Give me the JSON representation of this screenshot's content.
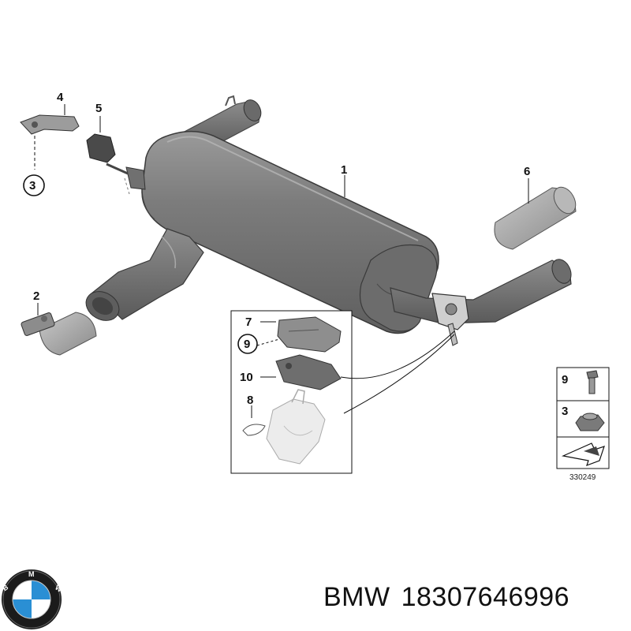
{
  "diagram": {
    "callouts": [
      {
        "id": "1",
        "label": "1"
      },
      {
        "id": "2",
        "label": "2"
      },
      {
        "id": "3",
        "label": "3"
      },
      {
        "id": "4",
        "label": "4"
      },
      {
        "id": "5",
        "label": "5"
      },
      {
        "id": "6",
        "label": "6"
      },
      {
        "id": "7",
        "label": "7"
      },
      {
        "id": "8",
        "label": "8"
      },
      {
        "id": "9",
        "label": "9"
      },
      {
        "id": "10",
        "label": "10"
      }
    ],
    "legend": [
      {
        "label": "9",
        "icon": "bolt-icon"
      },
      {
        "label": "3",
        "icon": "nut-icon"
      },
      {
        "label": "",
        "icon": "arrow-direction-icon"
      }
    ],
    "reference_number": "330249"
  },
  "footer": {
    "brand": "BMW",
    "part_number": "18307646996",
    "logo_letters": "BMW",
    "logo_colors": {
      "ring": "#1b1b1b",
      "blue": "#2a8fd4",
      "white": "#ffffff"
    }
  }
}
